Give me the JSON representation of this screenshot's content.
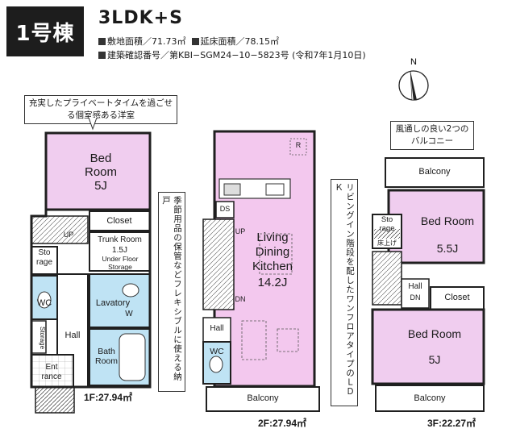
{
  "header": {
    "building_badge": "1号棟",
    "layout_type": "3LDK+S",
    "spec_line_1_a": "敷地面積／71.73㎡",
    "spec_line_1_b": "延床面積／78.15㎡",
    "spec_line_2": "建築確認番号／第KBI−SGM24−10−5823号 (令和7年1月10日)"
  },
  "compass": {
    "label": "N"
  },
  "callouts": {
    "bedroom_1f": "充実したプライベートタイムを過ごせる個室感ある洋室",
    "storage_1f": "季節用品の保管などフレキシブルに使える納戸",
    "ldk_2f": "リビングイン階段を配したワンフロアタイプのＬＤＫ",
    "balcony_3f": "風通しの良い2つのバルコニー"
  },
  "floor1": {
    "bed_room": "Bed Room",
    "bed_size": "5J",
    "closet": "Closet",
    "trunk_room": "Trunk Room",
    "trunk_size": "1.5J",
    "under_floor": "Under Floor Storage",
    "storage": "Sto rage",
    "wc": "WC",
    "lavatory": "Lavatory",
    "w_mark": "W",
    "hall": "Hall",
    "storage_vertical": "Storage",
    "bath_room": "Bath Room",
    "entrance": "Ent rance",
    "up": "UP",
    "area": "1F:27.94㎡"
  },
  "floor2": {
    "ldk_1": "Living",
    "ldk_2": "Dining",
    "ldk_3": "Kitchen",
    "ldk_size": "14.2J",
    "ds": "DS",
    "up": "UP",
    "dn": "DN",
    "hall": "Hall",
    "wc": "WC",
    "balcony": "Balcony",
    "r_mark": "R",
    "area": "2F:27.94㎡"
  },
  "floor3": {
    "balcony_top": "Balcony",
    "bed_room_a": "Bed Room",
    "bed_size_a": "5.5J",
    "storage": "Sto rage",
    "roof_hatch": "床上げ",
    "hall": "Hall",
    "dn": "DN",
    "closet": "Closet",
    "bed_room_b": "Bed Room",
    "bed_size_b": "5J",
    "balcony_bottom": "Balcony",
    "area": "3F:22.27㎡"
  },
  "colors": {
    "bedroom_pink": "#f0cdef",
    "ldk_pink": "#f3c8ee",
    "wet_blue": "#bfe3f4",
    "wall": "#1f1f1f",
    "badge": "#1d1d1d"
  }
}
